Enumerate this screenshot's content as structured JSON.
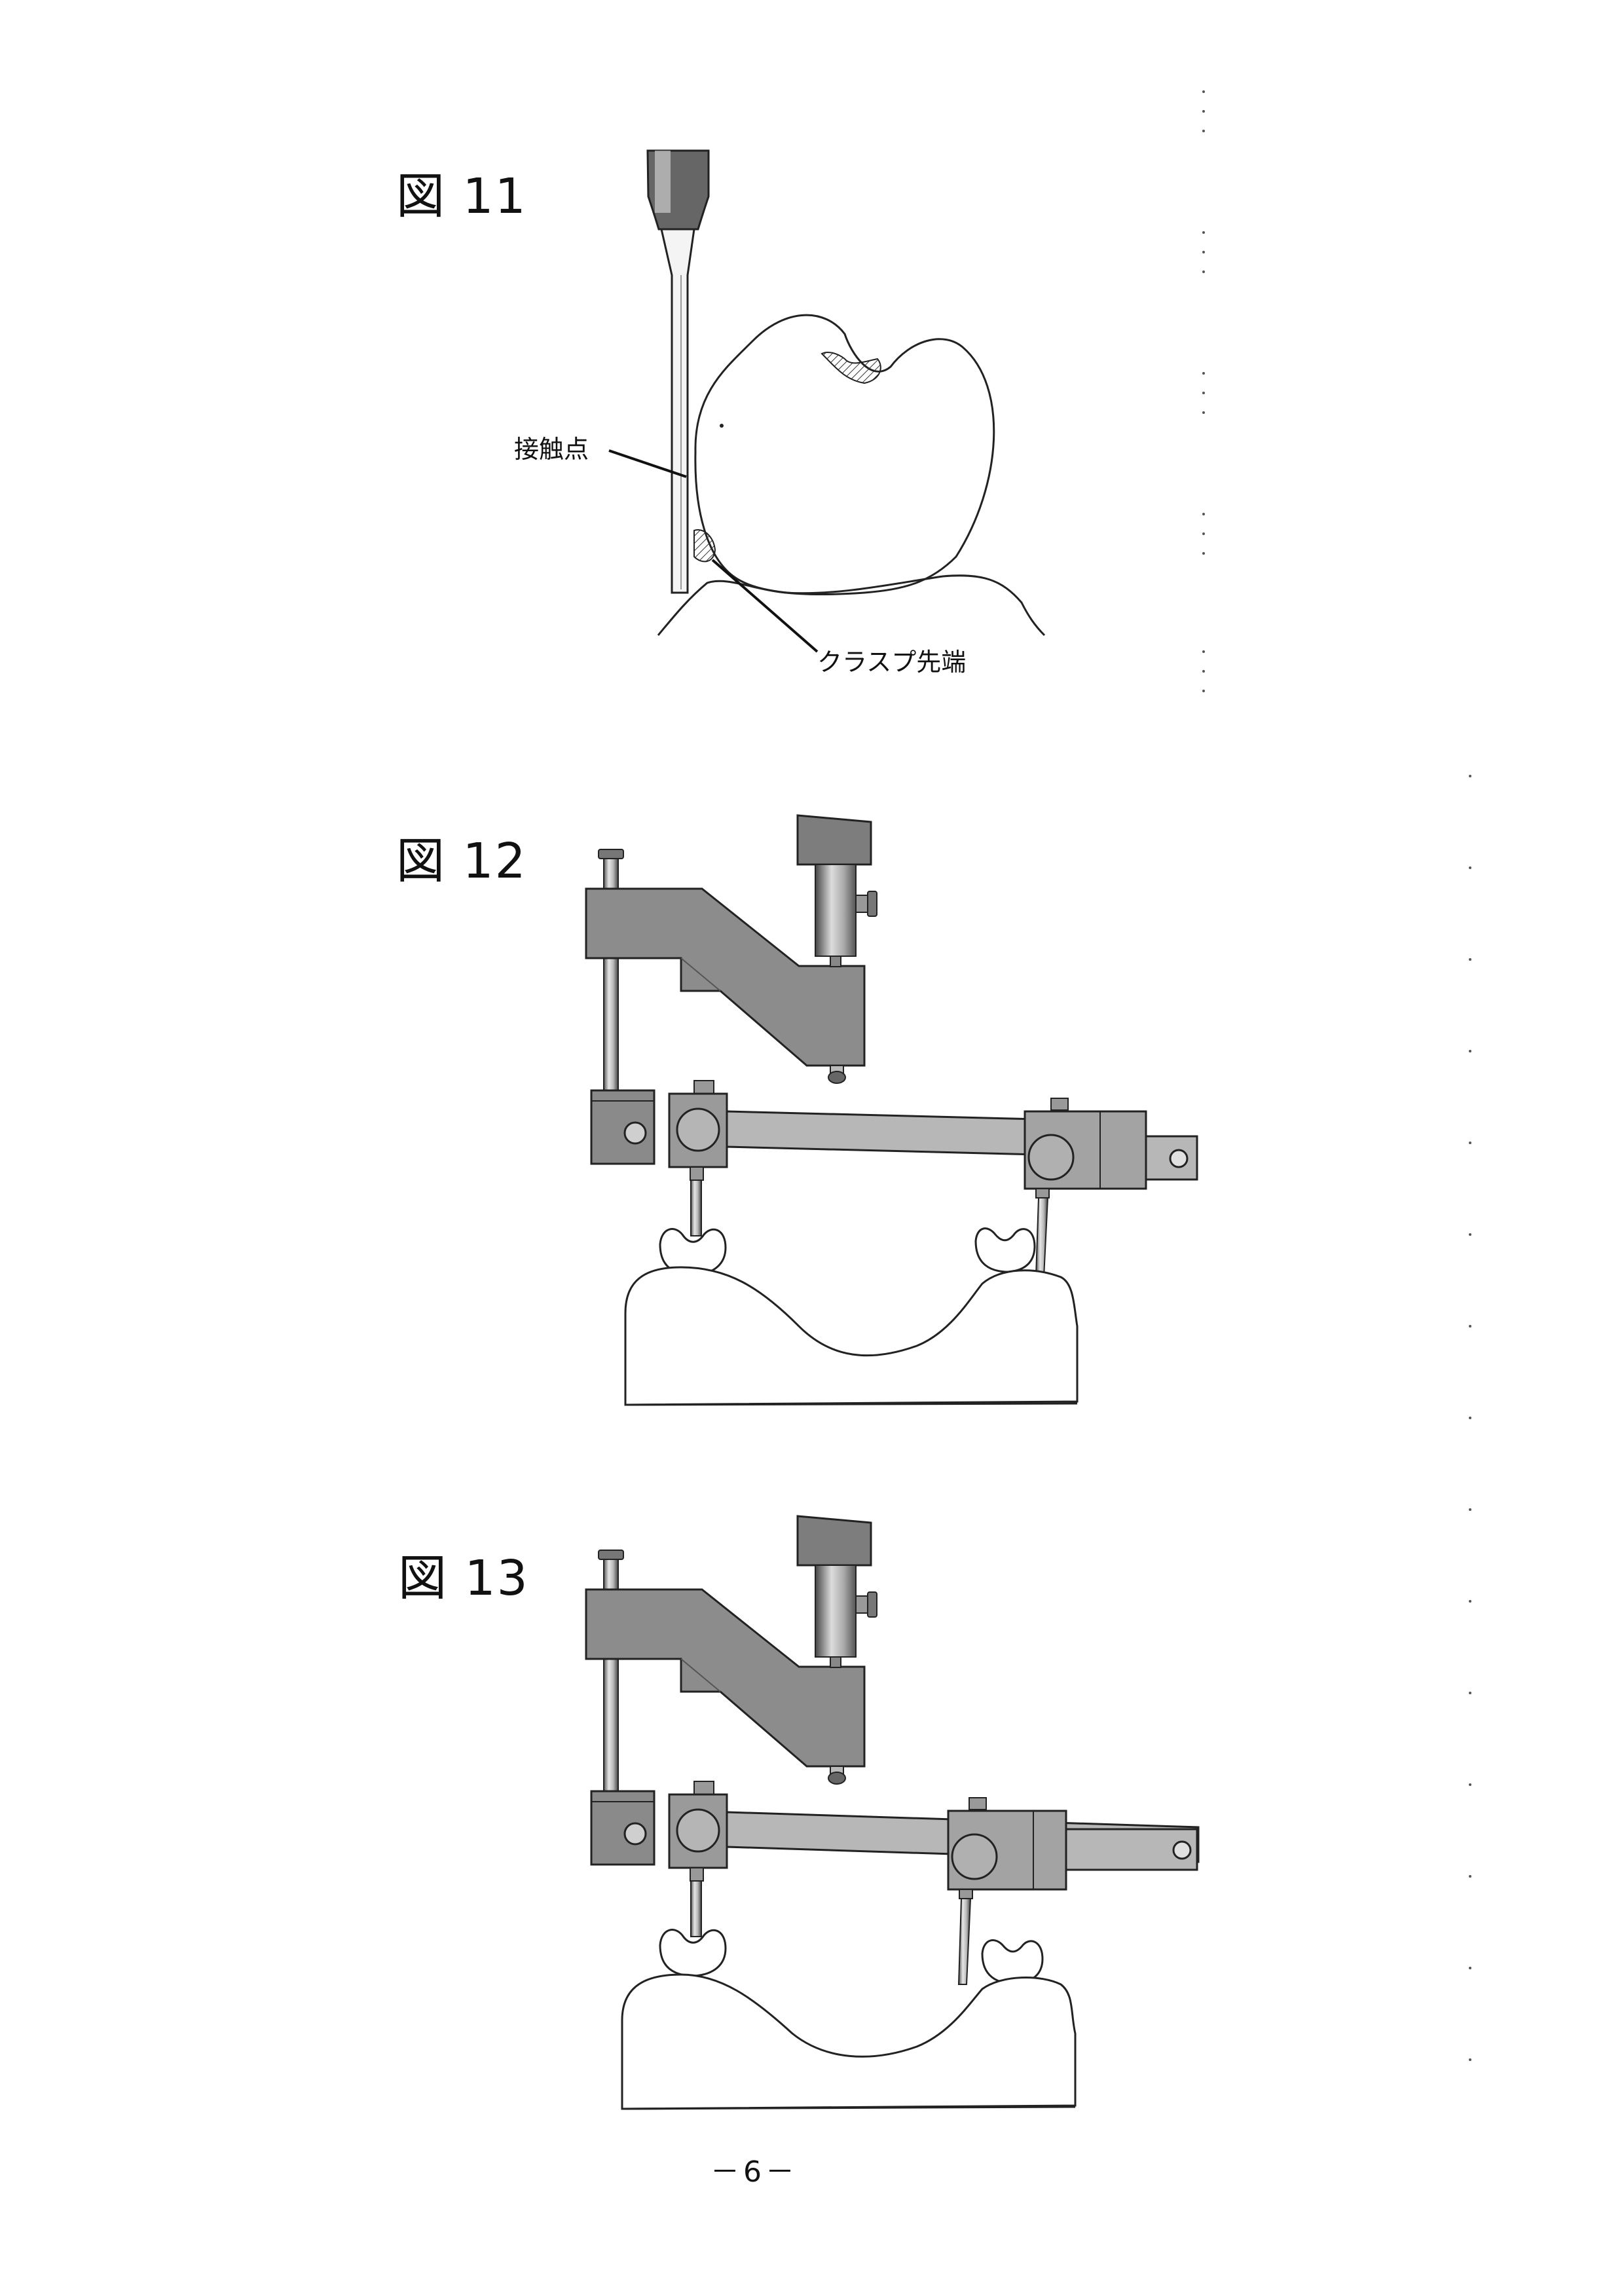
{
  "figures": [
    {
      "label": "図 11",
      "annotations": {
        "contact_point": "接触点",
        "clasp_tip": "クラスプ先端"
      }
    },
    {
      "label": "図 12"
    },
    {
      "label": "図 13"
    }
  ],
  "page_number": "－6－"
}
